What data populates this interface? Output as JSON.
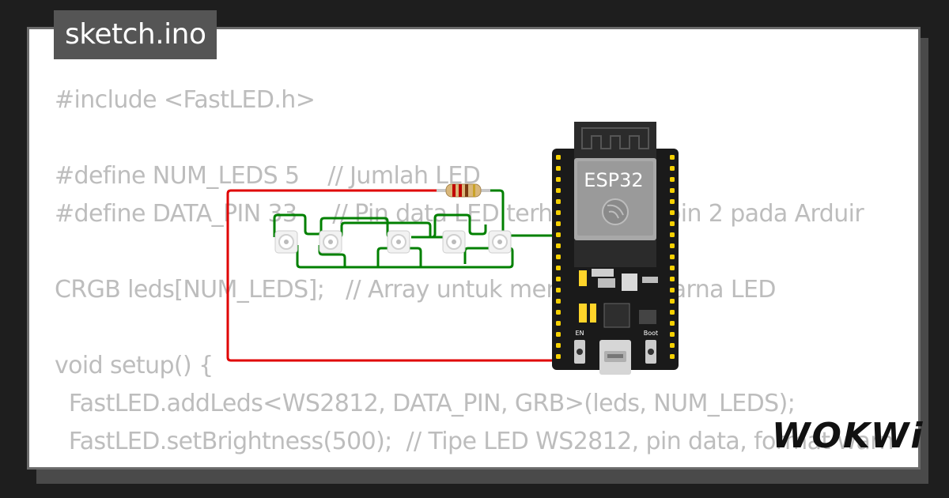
{
  "tab": {
    "filename": "sketch.ino"
  },
  "code_lines": [
    "#include <FastLED.h>",
    "",
    "#define NUM_LEDS 5    // Jumlah LED",
    "#define DATA_PIN 33     // Pin data LED terhubung ke pin 2 pada Arduir",
    "",
    "CRGB leds[NUM_LEDS];   // Array untuk menyimpan warna LED",
    "",
    "void setup() {",
    "  FastLED.addLeds<WS2812, DATA_PIN, GRB>(leds, NUM_LEDS);",
    "  FastLED.setBrightness(500);  // Tipe LED WS2812, pin data, format warn",
    "}"
  ],
  "board": {
    "label": "ESP32",
    "en_label": "EN",
    "boot_label": "Boot"
  },
  "logo": {
    "text": "WOKWi"
  },
  "colors": {
    "background": "#1e1e1e",
    "card": "#ffffff",
    "tab": "#555555",
    "code_text": "#bdbdbd",
    "wire_red": "#e00000",
    "wire_green": "#008000",
    "board": "#1a1a1a",
    "pin": "#f5d000"
  },
  "icons": [
    "espressif-logo-icon",
    "usb-port-icon",
    "led-icon",
    "resistor-icon"
  ]
}
